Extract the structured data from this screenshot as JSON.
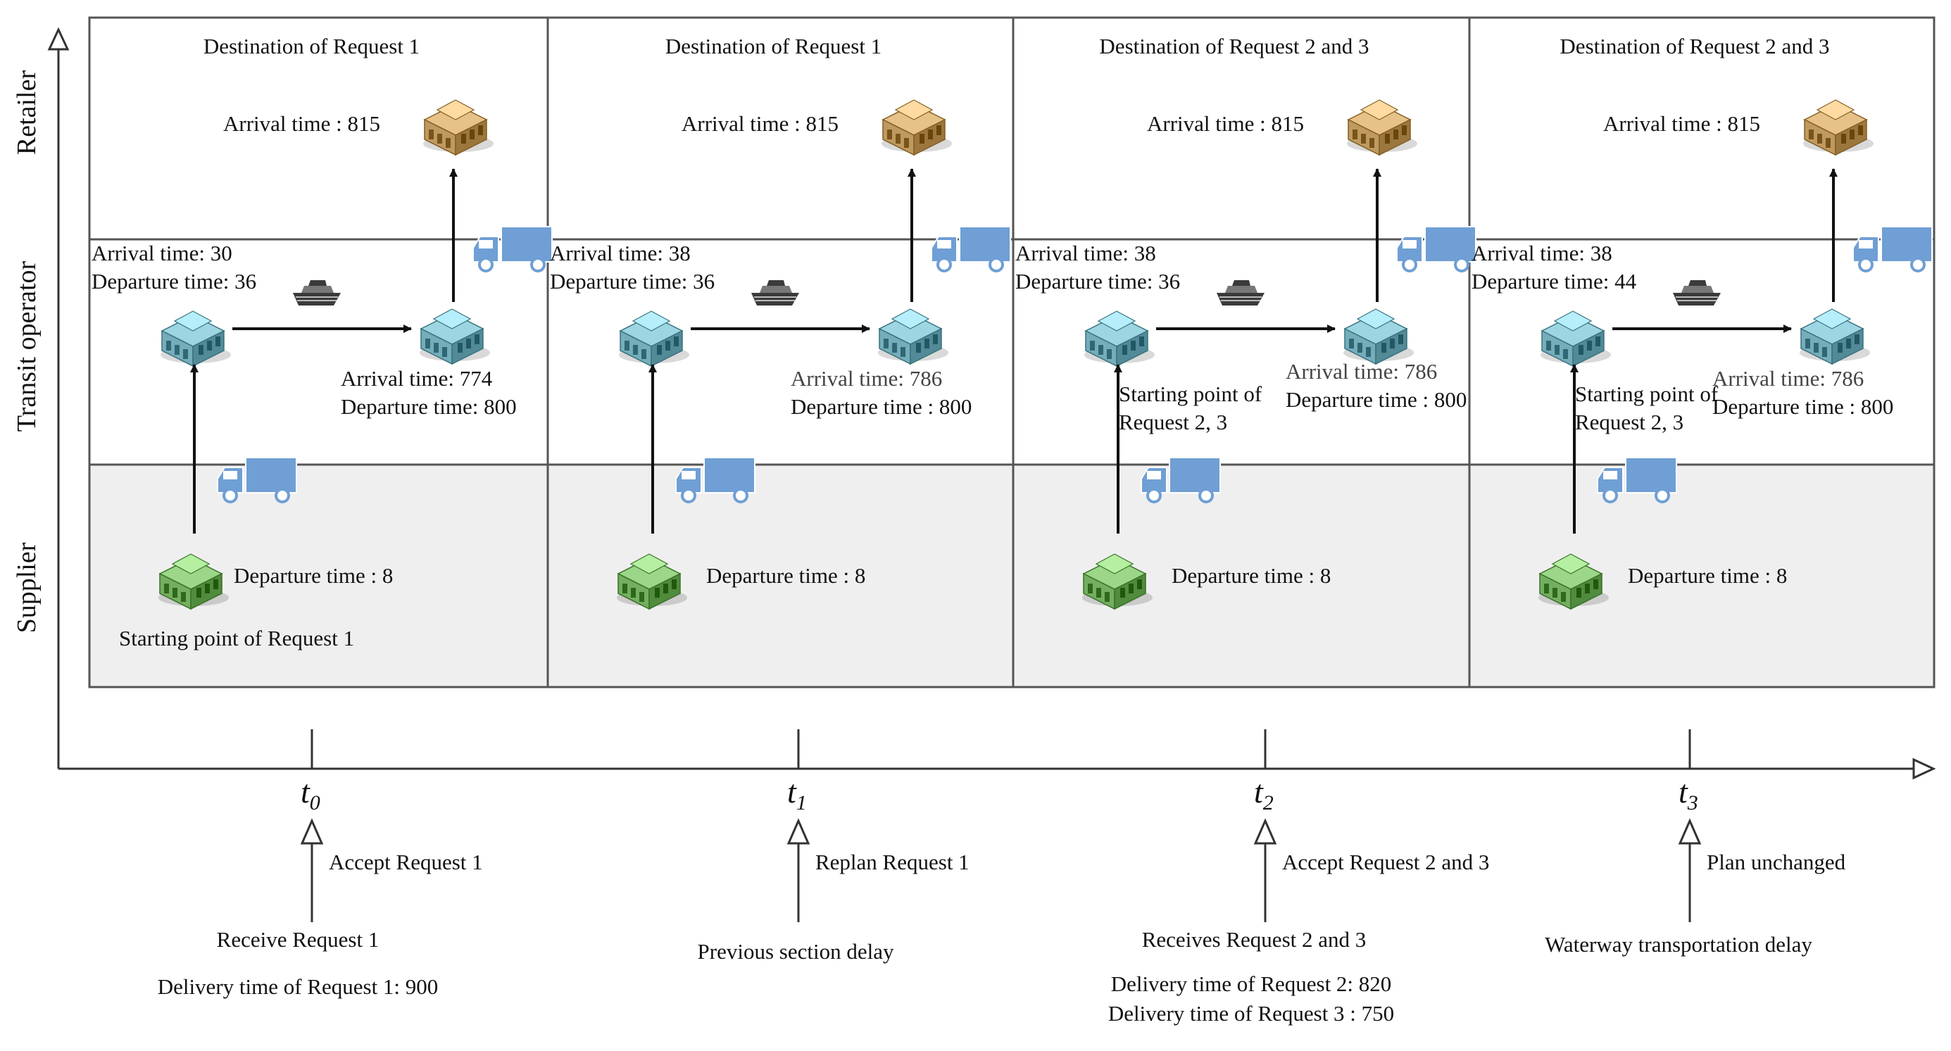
{
  "colors": {
    "supplier_band": "#efefef",
    "grid": "#555555",
    "truck": "#6f9fd4",
    "warehouse": "#7fb8c4",
    "retailer": "#c9a46a",
    "supplier": "#7eb86b",
    "ship": "#3a3a3a"
  },
  "lanes": {
    "retailer": "Retailer",
    "transit": "Transit operator",
    "supplier": "Supplier"
  },
  "panels": [
    {
      "destination": "Destination of Request 1",
      "arrival": "Arrival time : 815",
      "hub_in_arrival": "Arrival   time: 30",
      "hub_in_departure": "Departure time: 36",
      "hub_out_arrival": "Arrival   time: 774",
      "hub_out_departure": "Departure time: 800",
      "supplier_departure": "Departure time : 8",
      "start_line1": "Starting point of Request 1",
      "start_line2": ""
    },
    {
      "destination": "Destination of Request 1",
      "arrival": "Arrival time : 815",
      "hub_in_arrival": "Arrival   time: 38",
      "hub_in_departure": "Departure time: 36",
      "hub_out_arrival": "Arrival   time: 786",
      "hub_out_departure": "Departure time : 800",
      "supplier_departure": "Departure time : 8",
      "start_line1": "",
      "start_line2": ""
    },
    {
      "destination": "Destination of Request 2 and 3",
      "arrival": "Arrival time : 815",
      "hub_in_arrival": "Arrival   time: 38",
      "hub_in_departure": "Departure time: 36",
      "hub_out_arrival": "Arrival   time: 786",
      "hub_out_departure": "Departure time : 800",
      "supplier_departure": "Departure time : 8",
      "start_line1": "Starting point of",
      "start_line2": "Request 2, 3"
    },
    {
      "destination": "Destination of Request 2 and 3",
      "arrival": "Arrival time : 815",
      "hub_in_arrival": "Arrival   time: 38",
      "hub_in_departure": "Departure time: 44",
      "hub_out_arrival": "Arrival   time: 786",
      "hub_out_departure": "Departure time : 800",
      "supplier_departure": "Departure time : 8",
      "start_line1": "Starting point of",
      "start_line2": "Request 2, 3"
    }
  ],
  "timeline": [
    {
      "tick": "t",
      "sub": "0",
      "action": "Accept Request 1",
      "event": "Receive Request 1",
      "detail1": "Delivery time of Request 1: 900",
      "detail2": ""
    },
    {
      "tick": "t",
      "sub": "1",
      "action": "Replan Request 1",
      "event": "Previous section delay",
      "detail1": "",
      "detail2": ""
    },
    {
      "tick": "t",
      "sub": "2",
      "action": "Accept Request 2 and 3",
      "event": "Receives Request 2 and 3",
      "detail1": "Delivery time of Request 2: 820",
      "detail2": "Delivery time of Request 3 : 750"
    },
    {
      "tick": "t",
      "sub": "3",
      "action": "Plan unchanged",
      "event": "Waterway transportation delay",
      "detail1": "",
      "detail2": ""
    }
  ]
}
